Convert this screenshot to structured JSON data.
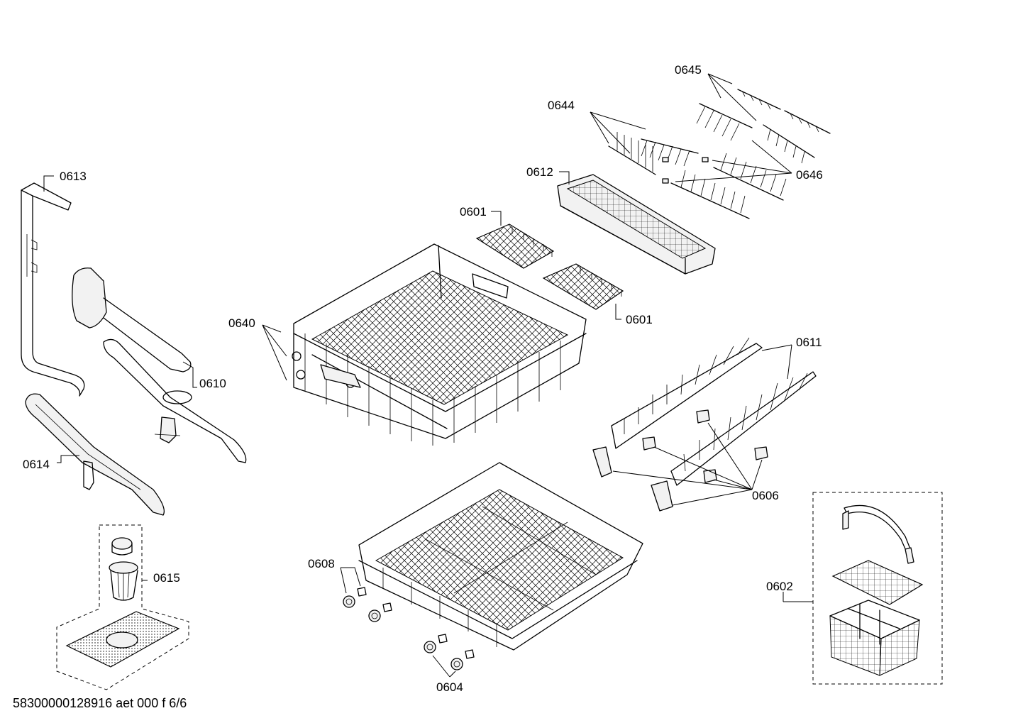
{
  "labels": {
    "p0601a": "0601",
    "p0601b": "0601",
    "p0602": "0602",
    "p0604": "0604",
    "p0606": "0606",
    "p0608": "0608",
    "p0610": "0610",
    "p0611": "0611",
    "p0612": "0612",
    "p0613": "0613",
    "p0614": "0614",
    "p0615": "0615",
    "p0640": "0640",
    "p0644": "0644",
    "p0645": "0645",
    "p0646": "0646"
  },
  "footer": "58300000128916 aet 000 f 6/6"
}
